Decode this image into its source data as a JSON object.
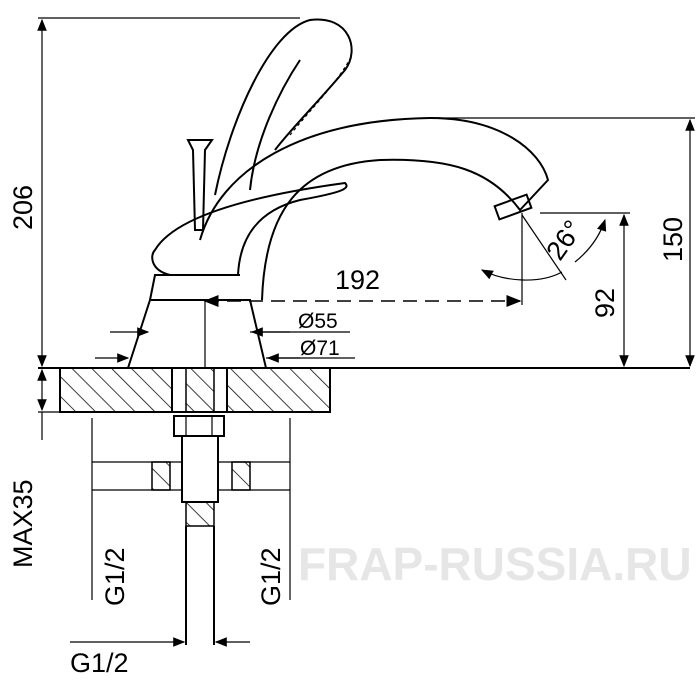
{
  "watermark": "FRAP-RUSSIA.RU",
  "dimensions": {
    "total_height": "206",
    "spout_height": "150",
    "outlet_height": "92",
    "spout_reach": "192",
    "spout_angle": "26°",
    "base_diameter_inner": "Ø55",
    "base_diameter_outer": "Ø71",
    "max_deck_thickness": "MAX35",
    "connection_left": "G1/2",
    "connection_right": "G1/2",
    "connection_bottom": "G1/2"
  }
}
